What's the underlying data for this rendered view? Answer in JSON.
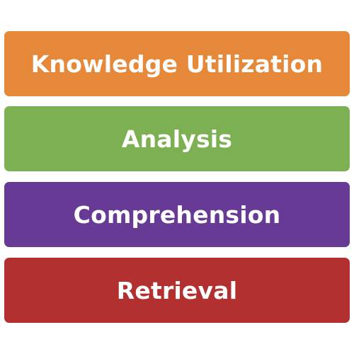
{
  "levels": [
    {
      "label": "Knowledge Utilization",
      "color": "#E5883A"
    },
    {
      "label": "Analysis",
      "color": "#7DB052"
    },
    {
      "label": "Comprehension",
      "color": "#673B95"
    },
    {
      "label": "Retrieval",
      "color": "#B33031"
    }
  ]
}
